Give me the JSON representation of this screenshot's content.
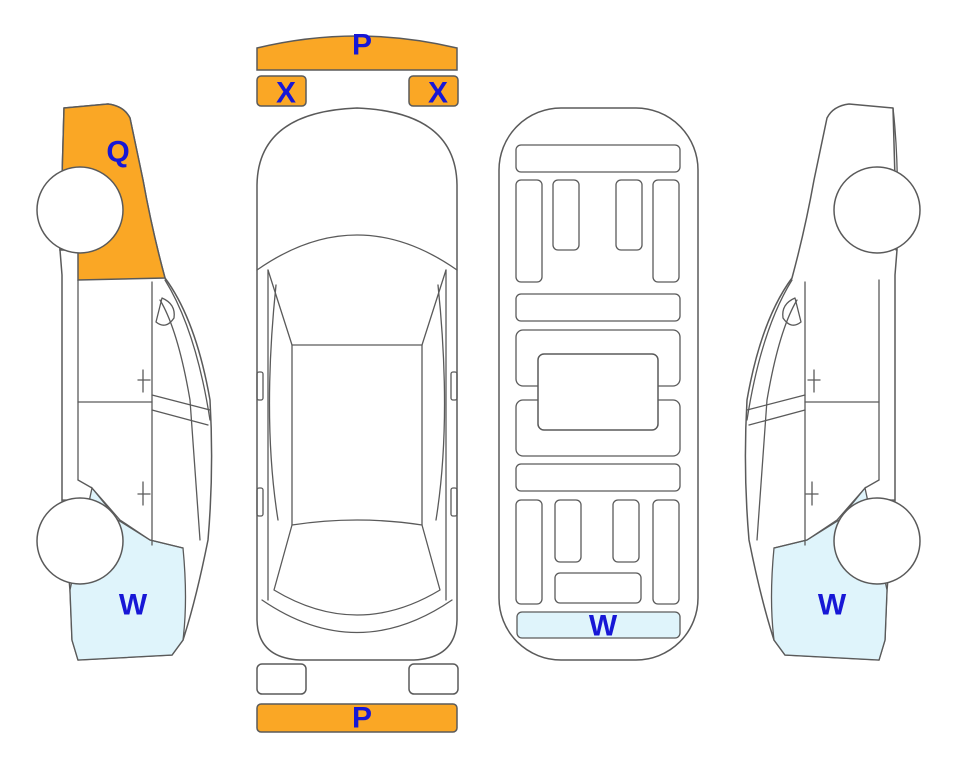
{
  "colors": {
    "orange": "#FAA725",
    "light_blue": "#DFF4FB",
    "outline": "#5a5a5a",
    "label": "#1717D6"
  },
  "labels": {
    "front_bumper": "P",
    "rear_bumper": "P",
    "left_mirror": "X",
    "right_mirror": "X",
    "left_front_fender": "Q",
    "left_rear_quarter": "W",
    "underbody_rear": "W",
    "right_rear_quarter": "W"
  }
}
